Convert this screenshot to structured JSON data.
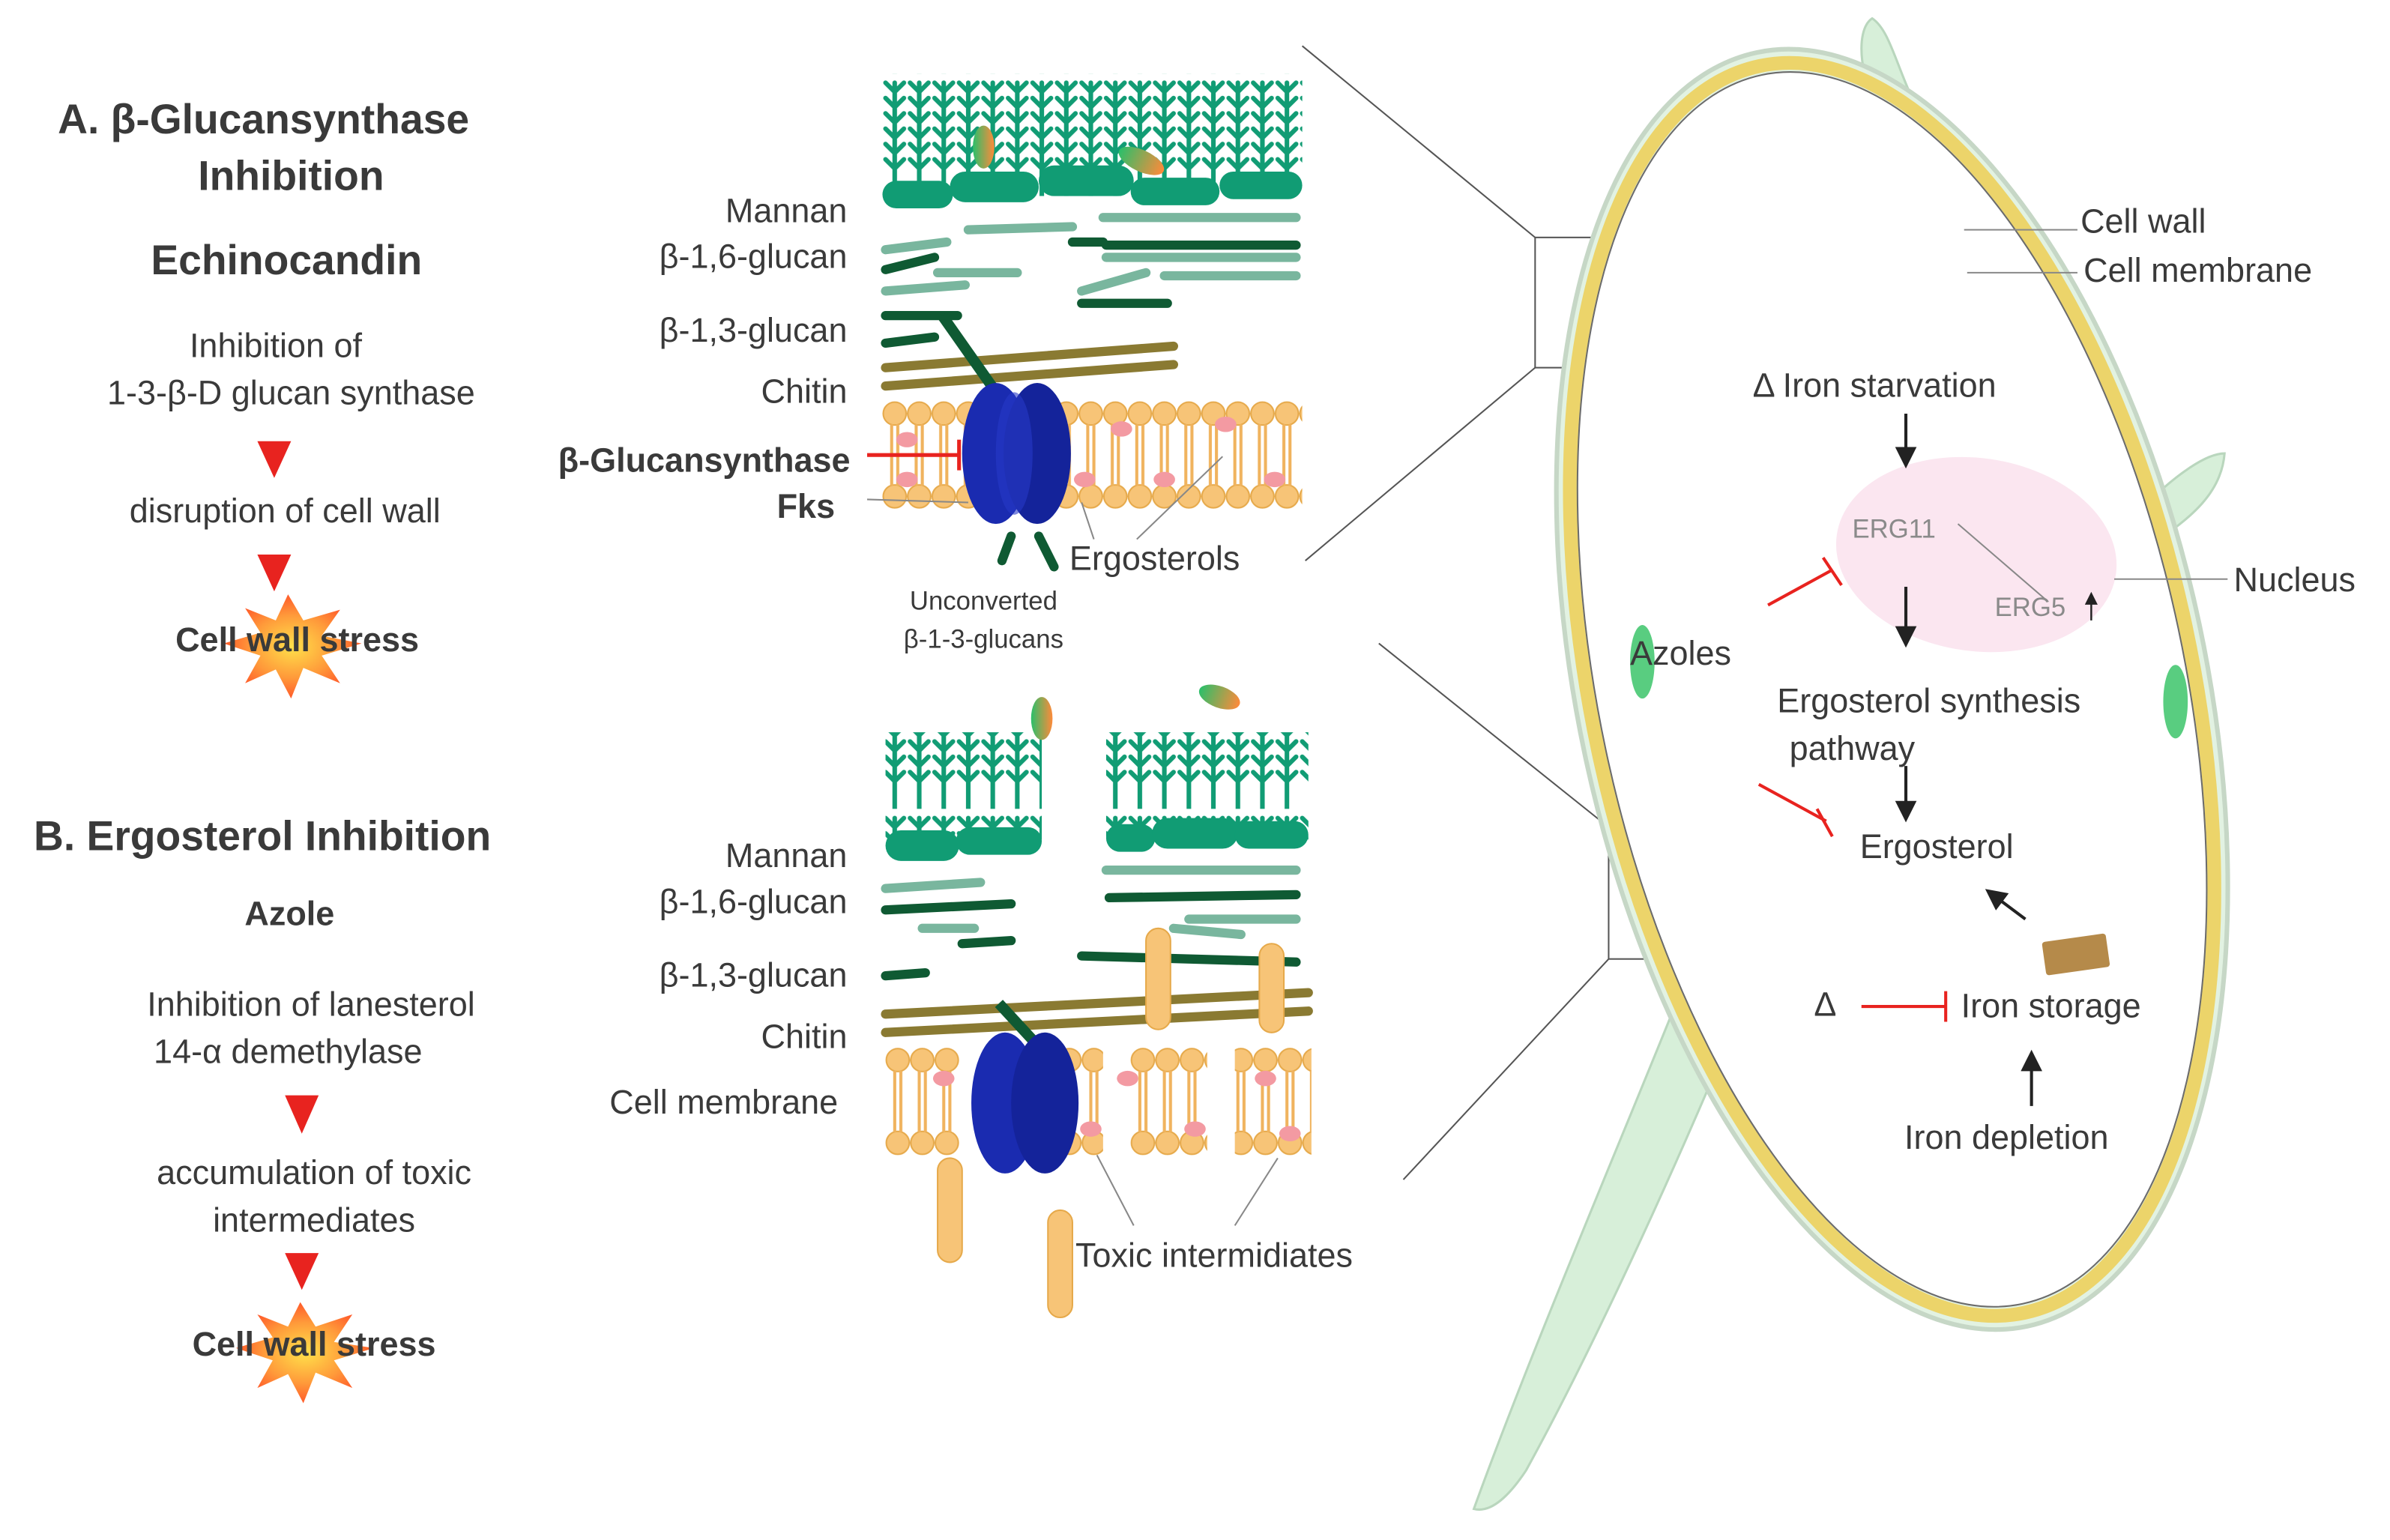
{
  "panel_a": {
    "title_line1": "A. β-Glucansynthase",
    "title_line2": "Inhibition",
    "drug": "Echinocandin",
    "step1_line1": "Inhibition of",
    "step1_line2": "1-3-β-D glucan synthase",
    "step2": "disruption of cell wall",
    "outcome": "Cell wall stress"
  },
  "panel_b": {
    "title": "B. Ergosterol Inhibition",
    "drug": "Azole",
    "step1_line1": "Inhibition of lanesterol",
    "step1_line2": "14-α demethylase",
    "step2_line1": "accumulation of toxic",
    "step2_line2": "intermediates",
    "outcome": "Cell wall stress"
  },
  "wall_a": {
    "mannan": "Mannan",
    "b16": "β-1,6-glucan",
    "b13": "β-1,3-glucan",
    "chitin": "Chitin",
    "enzyme_line1": "β-Glucansynthase",
    "enzyme_line2": "Fks",
    "ergosterols": "Ergosterols",
    "unconverted_line1": "Unconverted",
    "unconverted_line2": "β-1-3-glucans"
  },
  "wall_b": {
    "mannan": "Mannan",
    "b16": "β-1,6-glucan",
    "b13": "β-1,3-glucan",
    "chitin": "Chitin",
    "membrane": "Cell membrane",
    "toxic": "Toxic intermidiates"
  },
  "cell": {
    "cell_wall": "Cell wall",
    "cell_membrane": "Cell membrane",
    "iron_starvation": "Δ Iron starvation",
    "erg11": "ERG11",
    "erg5": "ERG5",
    "nucleus": "Nucleus",
    "azoles": "Azoles",
    "pathway_line1": "Ergosterol synthesis",
    "pathway_line2": "pathway",
    "ergosterol": "Ergosterol",
    "delta": "Δ",
    "iron_storage": "Iron storage",
    "iron_depletion": "Iron depletion"
  },
  "colors": {
    "inhibition_arrow": "#e8231f",
    "stress_burst": "#ff7a2a",
    "mannan": "#119c74",
    "b16_glucan": "#79b69e",
    "b13_glucan": "#0f5a33",
    "chitin": "#8a7a32",
    "lipid": "#f6c77a",
    "enzyme": "#1a2bb0",
    "cell_wall_fill": "#d7efd9",
    "cell_membrane": "#ecd46a",
    "nucleus": "#fbe6f0"
  }
}
